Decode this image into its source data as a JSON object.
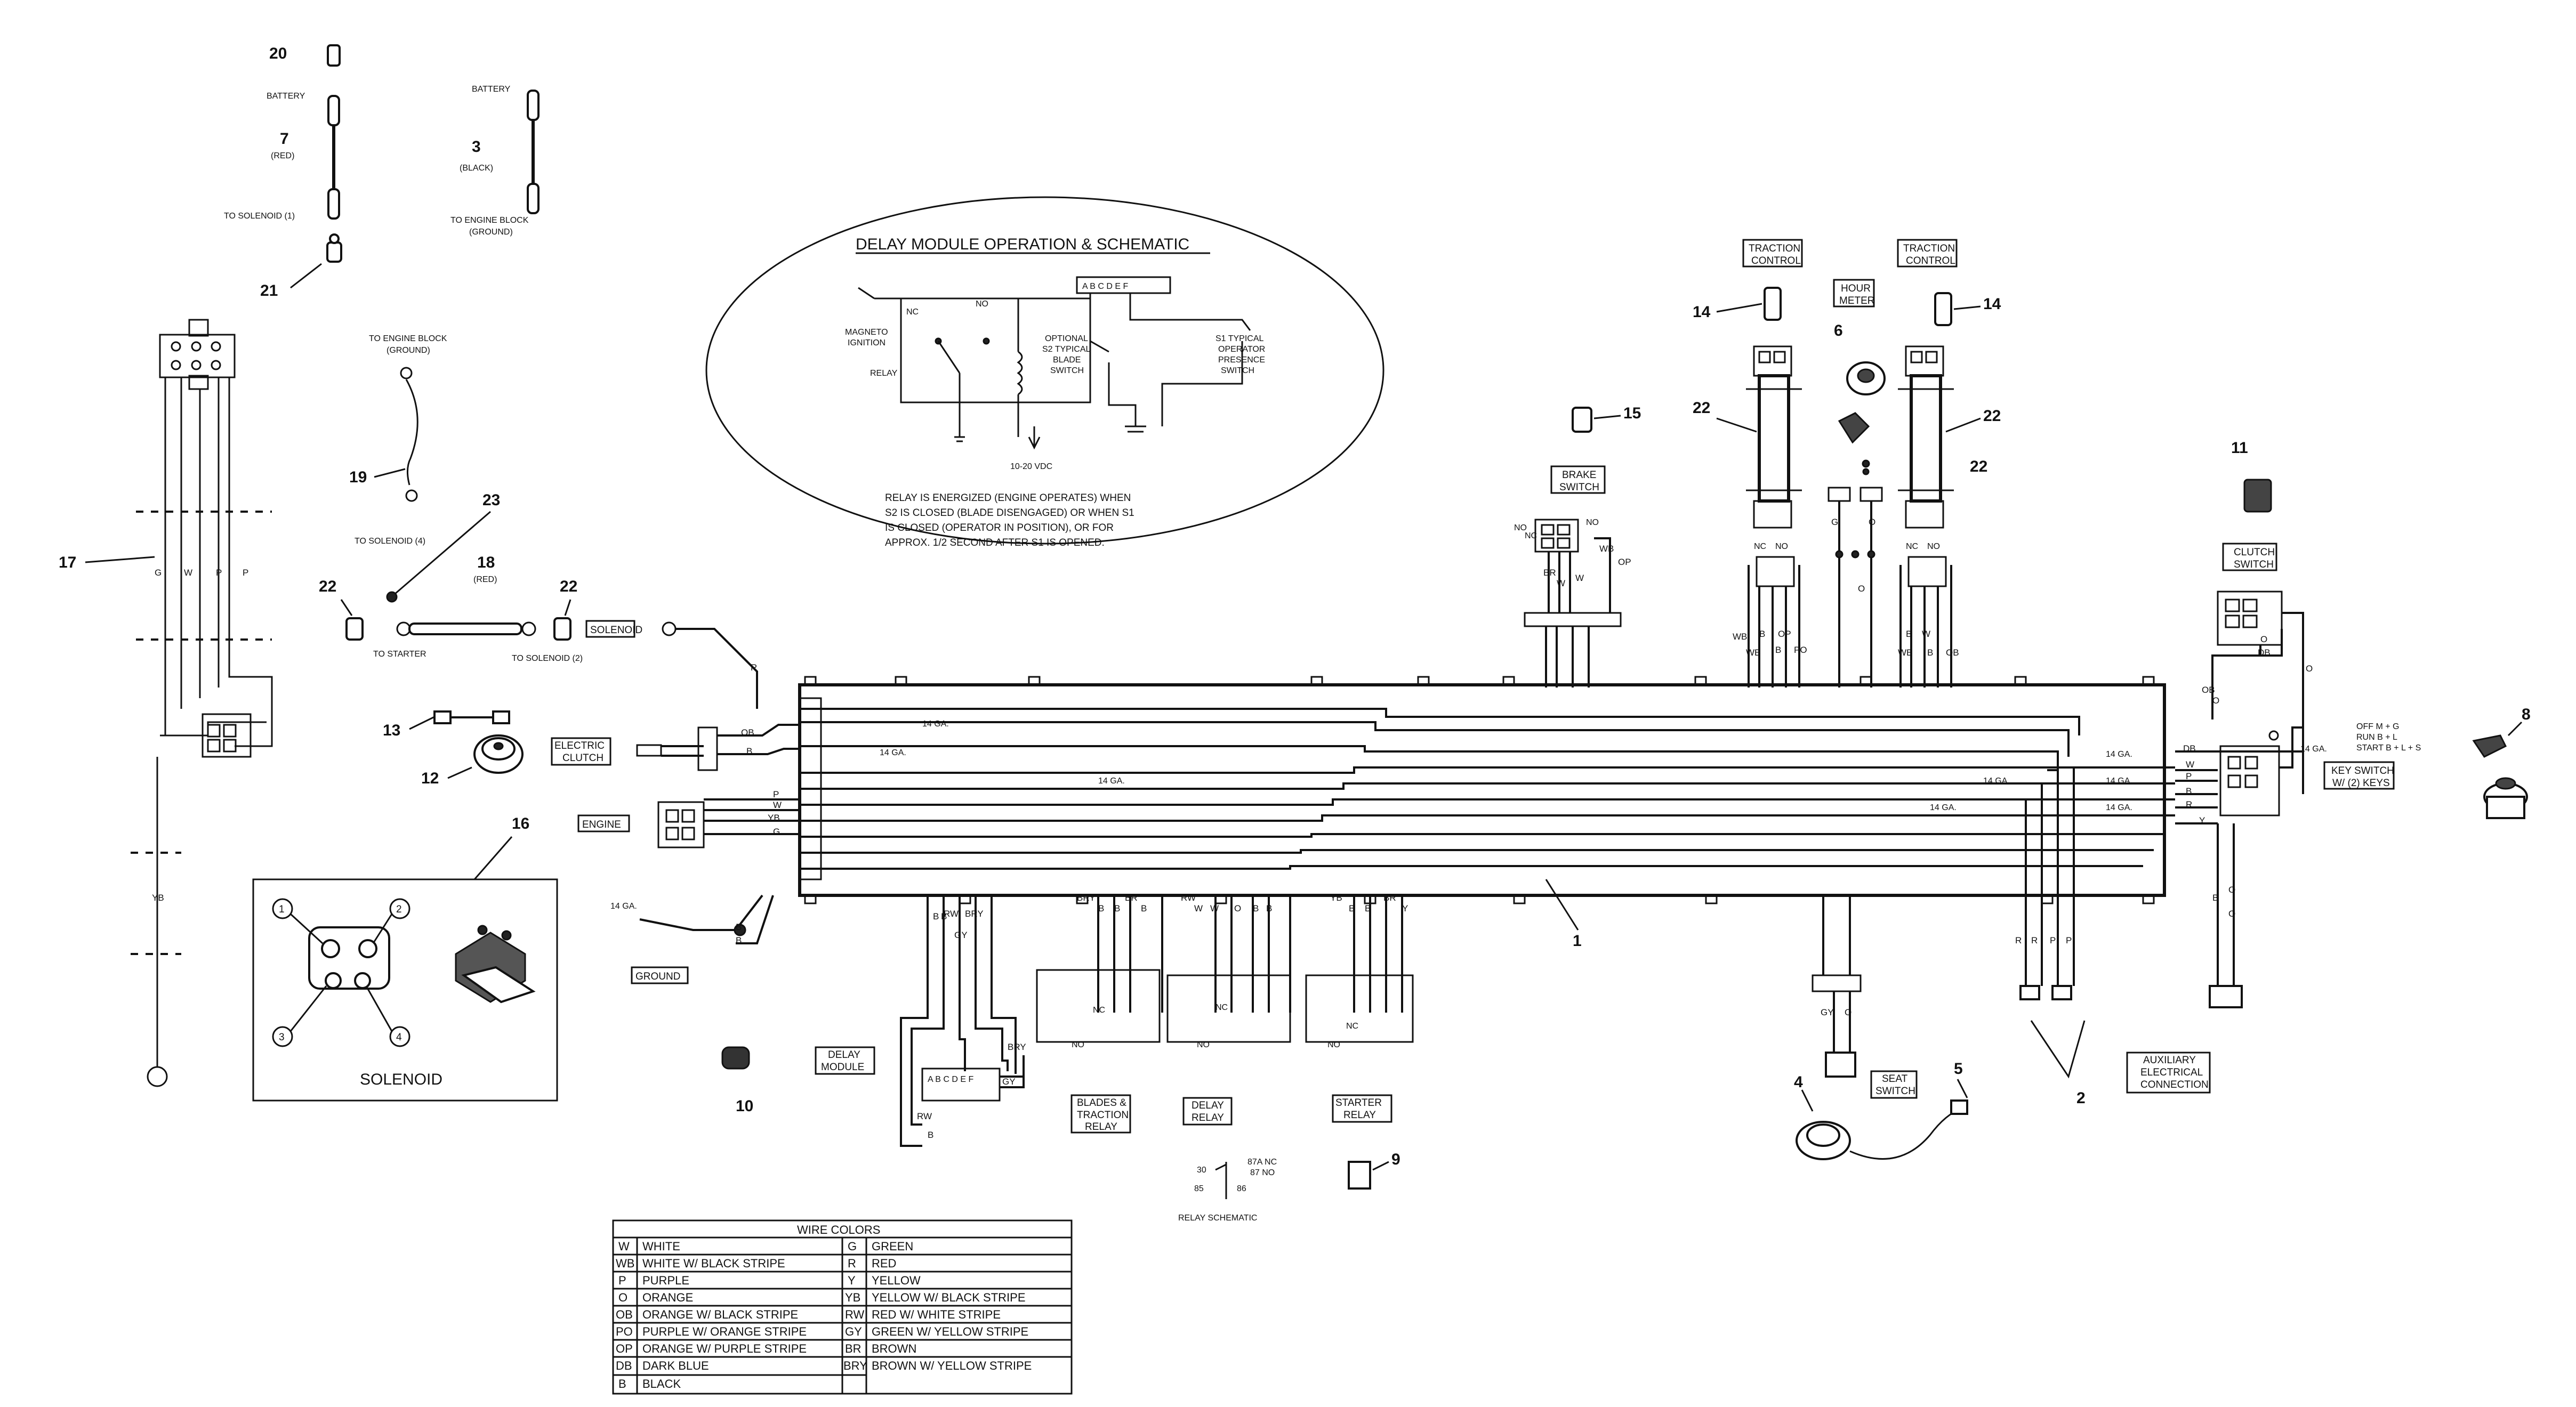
{
  "parts": {
    "p1": "1",
    "p2": "2",
    "p3": "3",
    "p4": "4",
    "p5": "5",
    "p6": "6",
    "p7": "7",
    "p8": "8",
    "p9": "9",
    "p10": "10",
    "p11": "11",
    "p12": "12",
    "p13": "13",
    "p14a": "14",
    "p14b": "14",
    "p15": "15",
    "p16": "16",
    "p17": "17",
    "p18": "18",
    "p19": "19",
    "p20": "20",
    "p21": "21",
    "p22a": "22",
    "p22b": "22",
    "p22c": "22",
    "p22d": "22",
    "p22e": "22",
    "p23": "23"
  },
  "cables": {
    "battery_a": "BATTERY",
    "red": "(RED)",
    "to_solenoid_1": "TO SOLENOID (1)",
    "battery_b": "BATTERY",
    "black": "(BLACK)",
    "to_engine_block": "TO ENGINE BLOCK",
    "ground_paren": "(GROUND)",
    "to_engine_block_2": "TO ENGINE BLOCK",
    "ground_paren_2": "(GROUND)",
    "to_solenoid_4": "TO SOLENOID (4)",
    "red_18": "(RED)",
    "to_starter": "TO STARTER",
    "to_solenoid_2": "TO SOLENOID (2)"
  },
  "delay": {
    "title": "DELAY MODULE OPERATION & SCHEMATIC",
    "nc": "NC",
    "no": "NO",
    "magneto1": "MAGNETO",
    "magneto2": "IGNITION",
    "relay": "RELAY",
    "opt1": "OPTIONAL",
    "opt2": "S2 TYPICAL",
    "opt3": "BLADE",
    "opt4": "SWITCH",
    "s1a": "S1 TYPICAL",
    "s1b": "OPERATOR",
    "s1c": "PRESENCE",
    "s1d": "SWITCH",
    "pins": "A B C D E F",
    "vdc": "10-20 VDC",
    "note1": "RELAY IS ENERGIZED (ENGINE OPERATES) WHEN",
    "note2": "S2 IS CLOSED (BLADE DISENGAGED) OR WHEN S1",
    "note3": "IS CLOSED (OPERATOR IN POSITION), OR FOR",
    "note4": "APPROX. 1/2 SECOND AFTER S1 IS OPENED."
  },
  "labels": {
    "traction_a1": "TRACTION",
    "traction_a2": "CONTROL",
    "traction_b1": "TRACTION",
    "traction_b2": "CONTROL",
    "hour1": "HOUR",
    "hour2": "METER",
    "brake1": "BRAKE",
    "brake2": "SWITCH",
    "clutch1": "CLUTCH",
    "clutch2": "SWITCH",
    "solenoid_tag": "SOLENOID",
    "elec1": "ELECTRIC",
    "elec2": "CLUTCH",
    "engine_tag": "ENGINE",
    "ground_tag": "GROUND",
    "delay_mod1": "DELAY",
    "delay_mod2": "MODULE",
    "blades1": "BLADES &",
    "blades2": "TRACTION",
    "blades3": "RELAY",
    "delayr1": "DELAY",
    "delayr2": "RELAY",
    "starter1": "STARTER",
    "starter2": "RELAY",
    "seat1": "SEAT",
    "seat2": "SWITCH",
    "aux1": "AUXILIARY",
    "aux2": "ELECTRICAL",
    "aux3": "CONNECTION",
    "key1": "KEY SWITCH",
    "key2": "W/ (2) KEYS",
    "off": "OFF  M + G",
    "run": "RUN  B + L",
    "start": "START B + L + S",
    "solenoid_big": "SOLENOID",
    "relay_schem": "RELAY SCHEMATIC",
    "r30": "30",
    "r87a": "87A  NC",
    "r87": "87  NO",
    "r85": "85",
    "r86": "86",
    "ga14_a": "14 GA.",
    "ga14_b": "14 GA.",
    "ga14_c": "14 GA.",
    "ga14_d": "14 GA.",
    "ga14_e": "14 GA.",
    "ga14_f": "14 GA.",
    "ga14_g": "14 GA.",
    "ga14_h": "14 GA.",
    "ga14_i": "14 GA."
  },
  "wire_table": {
    "title": "WIRE COLORS",
    "rows": [
      [
        "W",
        "WHITE",
        "G",
        "GREEN"
      ],
      [
        "WB",
        "WHITE W/ BLACK STRIPE",
        "R",
        "RED"
      ],
      [
        "P",
        "PURPLE",
        "Y",
        "YELLOW"
      ],
      [
        "O",
        "ORANGE",
        "YB",
        "YELLOW W/ BLACK STRIPE"
      ],
      [
        "OB",
        "ORANGE W/ BLACK STRIPE",
        "RW",
        "RED W/ WHITE STRIPE"
      ],
      [
        "PO",
        "PURPLE W/ ORANGE STRIPE",
        "GY",
        "GREEN W/ YELLOW STRIPE"
      ],
      [
        "OP",
        "ORANGE W/ PURPLE STRIPE",
        "BR",
        "BROWN"
      ],
      [
        "DB",
        "DARK BLUE",
        "BRY",
        "BROWN W/ YELLOW STRIPE"
      ],
      [
        "B",
        "BLACK",
        "",
        ""
      ]
    ]
  }
}
